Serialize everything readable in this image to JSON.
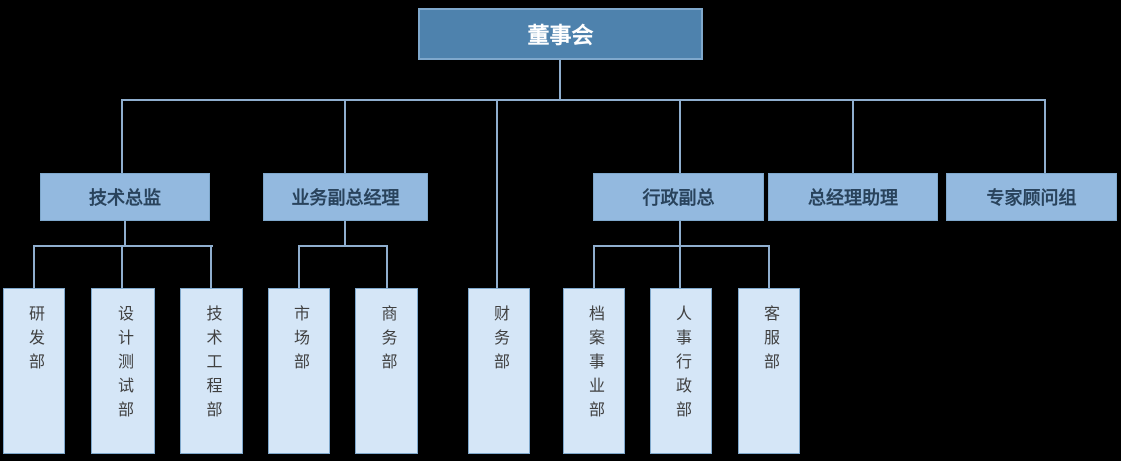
{
  "org_chart": {
    "root": {
      "label": "董事会",
      "parent": null
    },
    "level2": [
      {
        "label": "技术总监",
        "parent": "董事会"
      },
      {
        "label": "业务副总经理",
        "parent": "董事会"
      },
      {
        "label": "行政副总",
        "parent": "董事会"
      },
      {
        "label": "总经理助理",
        "parent": "董事会"
      },
      {
        "label": "专家顾问组",
        "parent": "董事会"
      }
    ],
    "level3": [
      {
        "label": "研发部",
        "parent": "技术总监"
      },
      {
        "label": "设计测试部",
        "parent": "技术总监"
      },
      {
        "label": "技术工程部",
        "parent": "技术总监"
      },
      {
        "label": "市场部",
        "parent": "业务副总经理"
      },
      {
        "label": "商务部",
        "parent": "业务副总经理"
      },
      {
        "label": "财务部",
        "parent": "董事会"
      },
      {
        "label": "档案事业部",
        "parent": "行政副总"
      },
      {
        "label": "人事行政部",
        "parent": "行政副总"
      },
      {
        "label": "客服部",
        "parent": "行政副总"
      }
    ]
  },
  "colors": {
    "background": "#000000",
    "root_fill": "#4E82AD",
    "root_text": "#FFFFFF",
    "level2_fill": "#93B9DF",
    "level2_text": "#29435C",
    "level3_fill": "#D5E6F7",
    "level3_text": "#404040",
    "connector": "#8FAECE",
    "box_border": "#7FA8CC"
  }
}
